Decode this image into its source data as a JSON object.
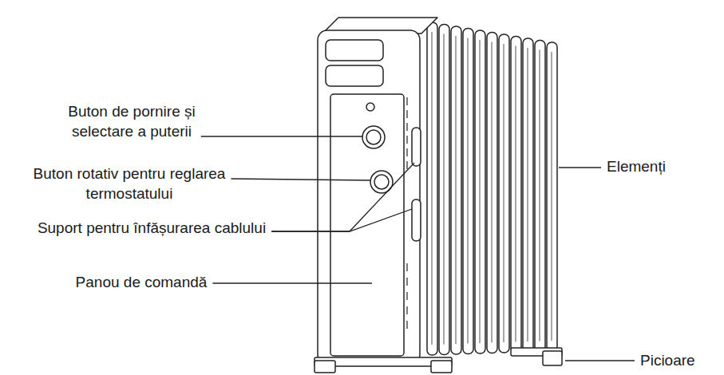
{
  "diagram": {
    "labels": [
      "Buton de pornire și selectare a puterii",
      "Buton rotativ pentru reglarea termostatului",
      "Suport pentru înfășurarea cablului",
      "Panou de comandă",
      "Elemenți",
      "Picioare"
    ]
  }
}
